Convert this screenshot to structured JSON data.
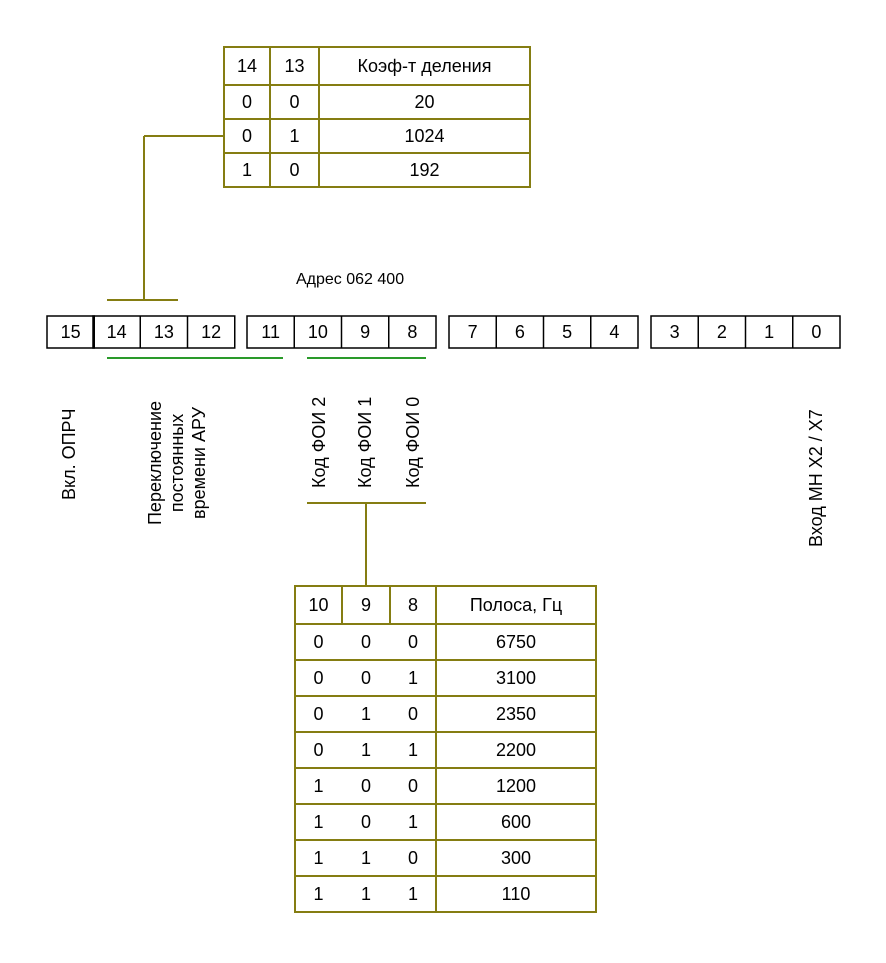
{
  "address_label": "Адрес 062 400",
  "register_bits": [
    "15",
    "14",
    "13",
    "12",
    "11",
    "10",
    "9",
    "8",
    "7",
    "6",
    "5",
    "4",
    "3",
    "2",
    "1",
    "0"
  ],
  "field_labels": {
    "bit15": "Вкл. ОПРЧ",
    "aru_lines": [
      "Переключение",
      "постоянных",
      "времени АРУ"
    ],
    "foi2": "Код ФОИ 2",
    "foi1": "Код ФОИ 1",
    "foi0": "Код ФОИ 0",
    "input": "Вход МН Х2 / Х7"
  },
  "divider_table": {
    "headers": [
      "14",
      "13",
      "Коэф-т деления"
    ],
    "rows": [
      [
        "0",
        "0",
        "20"
      ],
      [
        "0",
        "1",
        "1024"
      ],
      [
        "1",
        "0",
        "192"
      ]
    ]
  },
  "band_table": {
    "headers": [
      "10",
      "9",
      "8",
      "Полоса, Гц"
    ],
    "rows": [
      [
        "0",
        "0",
        "0",
        "6750"
      ],
      [
        "0",
        "0",
        "1",
        "3100"
      ],
      [
        "0",
        "1",
        "0",
        "2350"
      ],
      [
        "0",
        "1",
        "1",
        "2200"
      ],
      [
        "1",
        "0",
        "0",
        "1200"
      ],
      [
        "1",
        "0",
        "1",
        "600"
      ],
      [
        "1",
        "1",
        "0",
        "300"
      ],
      [
        "1",
        "1",
        "1",
        "110"
      ]
    ]
  },
  "colors": {
    "olive": "#857d12",
    "green": "#2a9a2a",
    "black": "#000000"
  }
}
